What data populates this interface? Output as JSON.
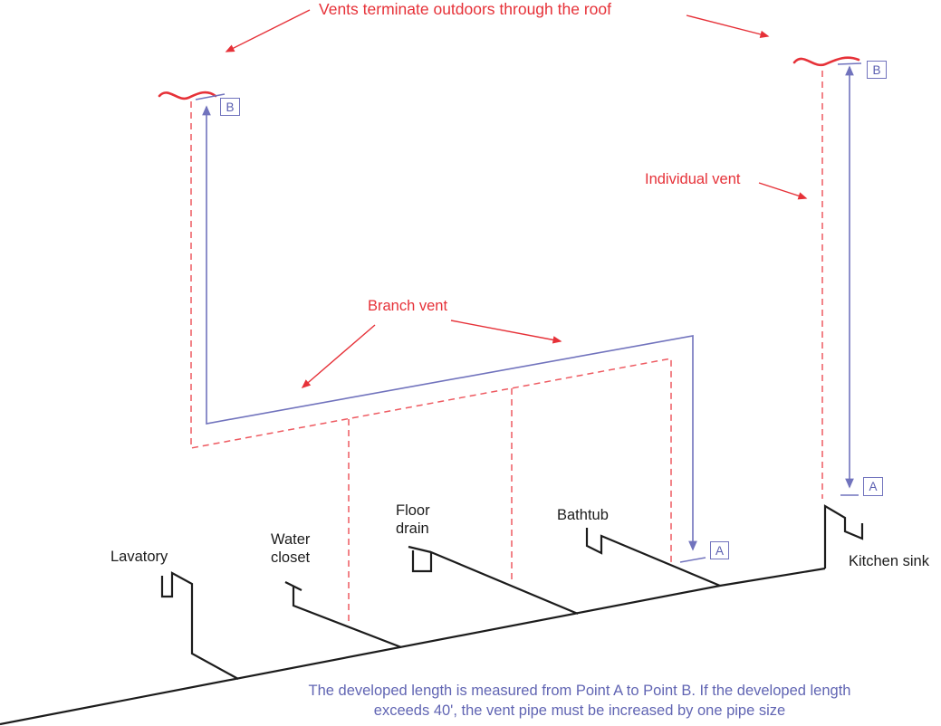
{
  "colors": {
    "annotation_red": "#e63138",
    "vent_dash_red": "#ee5a61",
    "measure_blue": "#7173bd",
    "caption_blue": "#6165b3",
    "drain_black": "#1c1c1c",
    "background": "#ffffff"
  },
  "annotations": {
    "roof_vent_note": "Vents terminate outdoors through the roof",
    "individual_vent_label": "Individual vent",
    "branch_vent_label": "Branch vent",
    "point_a": "A",
    "point_b": "B"
  },
  "fixtures": {
    "lavatory": "Lavatory",
    "water_closet": "Water\ncloset",
    "floor_drain": "Floor\ndrain",
    "bathtub": "Bathtub",
    "kitchen_sink": "Kitchen sink"
  },
  "caption": "The developed length is measured from Point A to Point B. If the developed length\nexceeds 40', the vent pipe must be increased by one pipe size"
}
